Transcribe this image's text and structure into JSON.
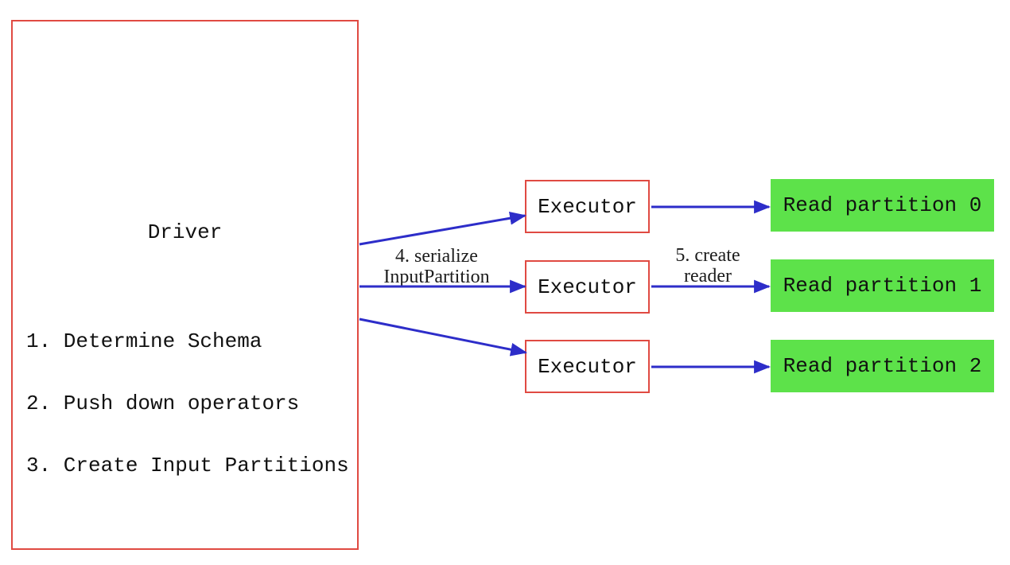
{
  "diagram": {
    "driver": {
      "title": "Driver",
      "steps": [
        "1. Determine Schema",
        "2. Push down operators",
        "3. Create Input Partitions"
      ]
    },
    "executors": [
      {
        "label": "Executor"
      },
      {
        "label": "Executor"
      },
      {
        "label": "Executor"
      }
    ],
    "partitions": [
      {
        "label": "Read partition 0"
      },
      {
        "label": "Read partition 1"
      },
      {
        "label": "Read partition 2"
      }
    ],
    "edge_labels": {
      "serialize": [
        "4. serialize",
        "InputPartition"
      ],
      "create_reader": [
        "5. create",
        "reader"
      ]
    },
    "arrows": [
      {
        "from": "driver",
        "to": "executor-0"
      },
      {
        "from": "driver",
        "to": "executor-1"
      },
      {
        "from": "driver",
        "to": "executor-2"
      },
      {
        "from": "executor-0",
        "to": "partition-0"
      },
      {
        "from": "executor-1",
        "to": "partition-1"
      },
      {
        "from": "executor-2",
        "to": "partition-2"
      }
    ],
    "colors": {
      "box_border": "#e04a42",
      "partition_fill": "#5de24a",
      "arrow": "#2d2dc9",
      "text": "#111111"
    }
  }
}
